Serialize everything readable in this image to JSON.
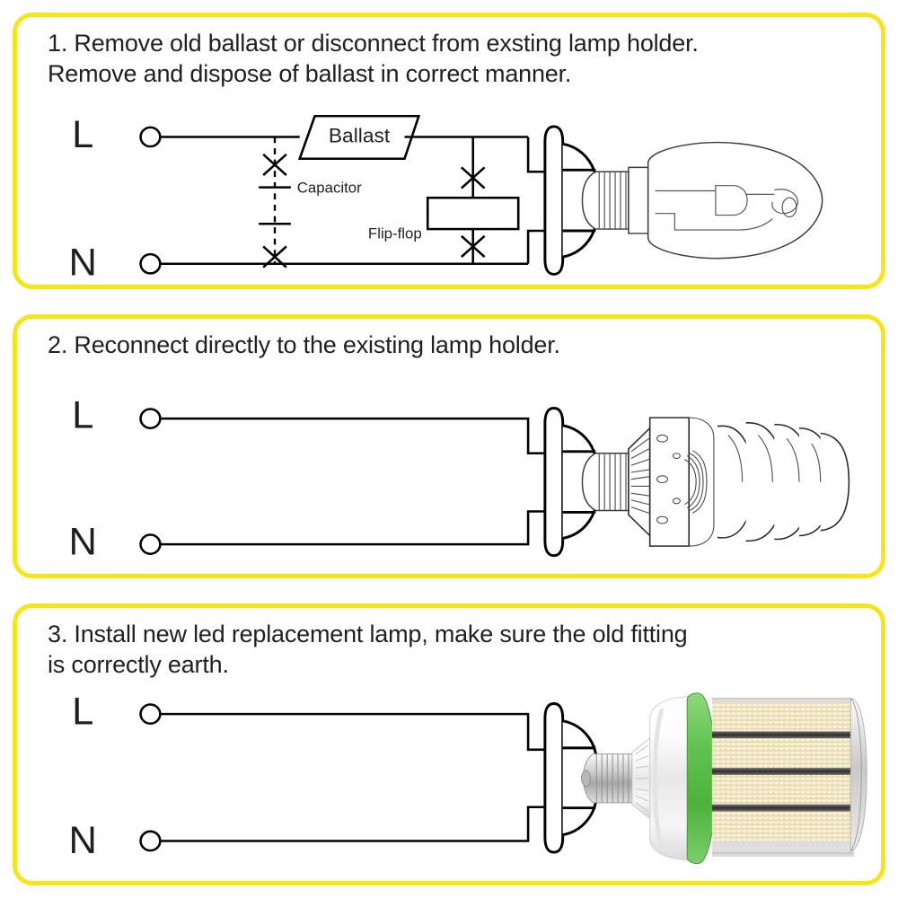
{
  "document": {
    "title": "LED Replacement Lamp Wiring Instructions",
    "background_color": "#ffffff",
    "accent_color": "#F7E617",
    "line_color": "#000000"
  },
  "panels": [
    {
      "id": "panel-1",
      "number": "1.",
      "text": "1. Remove old ballast or disconnect from exsting lamp holder.\n    Remove and dispose of ballast in correct manner.",
      "terminals": {
        "live": "L",
        "neutral": "N"
      },
      "components": [
        {
          "name": "ballast",
          "label": "Ballast",
          "shape": "parallelogram"
        },
        {
          "name": "capacitor",
          "label": "Capacitor",
          "shape": "capacitor-plates-dashed"
        },
        {
          "name": "flip-flop",
          "label": "Flip-flop",
          "shape": "rectangle"
        }
      ],
      "cut_marks": 4,
      "lamp": {
        "name": "hid-metal-halide-lamp",
        "style": "line-art-outline"
      },
      "holder": {
        "name": "lamp-holder",
        "style": "line-art-outline"
      }
    },
    {
      "id": "panel-2",
      "number": "2.",
      "text": "2. Reconnect directly to the existing lamp holder.",
      "terminals": {
        "live": "L",
        "neutral": "N"
      },
      "components": [],
      "cut_marks": 0,
      "lamp": {
        "name": "cfl-spiral-lamp",
        "style": "line-art-outline"
      },
      "holder": {
        "name": "lamp-holder",
        "style": "line-art-outline"
      }
    },
    {
      "id": "panel-3",
      "number": "3.",
      "text": "3. Install new led replacement lamp, make sure the old fitting\n    is correctly earth.",
      "terminals": {
        "live": "L",
        "neutral": "N"
      },
      "components": [],
      "cut_marks": 0,
      "lamp": {
        "name": "led-corn-lamp",
        "style": "photo-realistic",
        "accent_ring_color": "#5FC04E",
        "body_color": "#f1f1f1",
        "led_color": "#f2e6bd"
      },
      "holder": {
        "name": "lamp-holder",
        "style": "line-art-outline"
      }
    }
  ]
}
